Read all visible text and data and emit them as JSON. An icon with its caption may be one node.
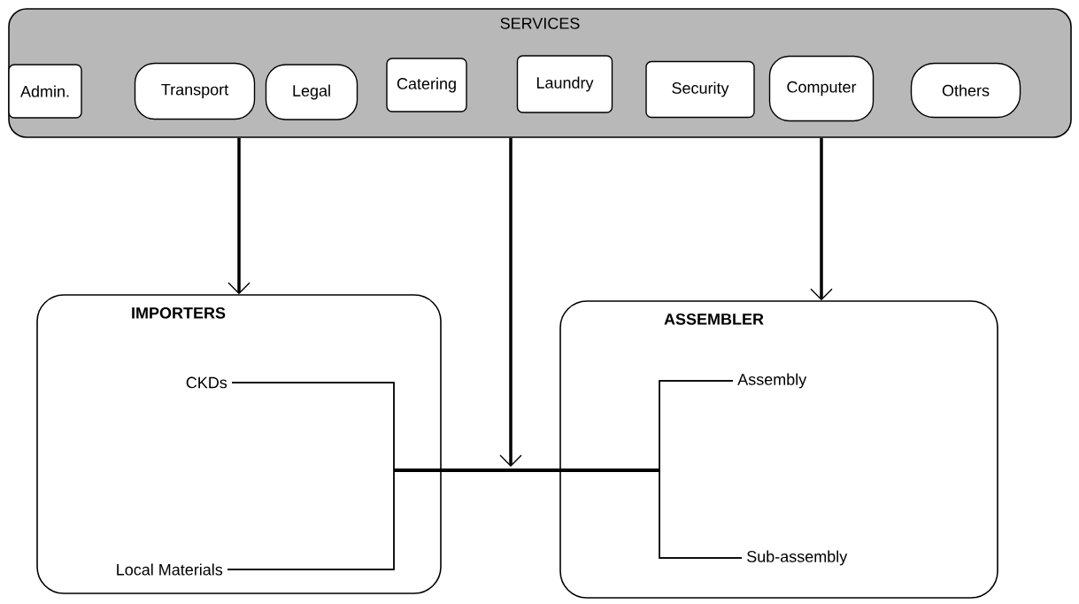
{
  "diagram": {
    "nodes": [
      {
        "text": [
          "SERVICES"
        ]
      },
      {
        "text": [
          "Admin."
        ],
        "in": 0
      },
      {
        "text": [
          "Transport"
        ],
        "in": 0
      },
      {
        "text": [
          "Legal"
        ],
        "in": 0
      },
      {
        "text": [
          "Catering"
        ],
        "in": 0
      },
      {
        "text": [
          "Laundry"
        ],
        "in": 0
      },
      {
        "text": [
          "Security"
        ],
        "in": 0
      },
      {
        "text": [
          "Computer"
        ],
        "in": 0
      },
      {
        "text": [
          "Others"
        ],
        "in": 0
      },
      {
        "text": [
          "IMPORTERS"
        ]
      },
      {
        "text": [
          "CKDs"
        ],
        "in": 9
      },
      {
        "text": [
          "Local Materials"
        ],
        "in": 9
      },
      {
        "text": [
          "ASSEMBLER"
        ]
      },
      {
        "text": [
          "Assembly"
        ],
        "in": 12
      },
      {
        "text": [
          "Sub-assembly"
        ],
        "in": 12
      }
    ],
    "edges": [
      {
        "from": 0,
        "to": 9,
        "arrow": "to",
        "style": "thick"
      },
      {
        "from": 0,
        "to": null,
        "arrow": "to",
        "style": "thick"
      },
      {
        "from": 0,
        "to": 12,
        "arrow": "to",
        "style": "thick"
      },
      {
        "from": 10,
        "to": 13,
        "arrow": "none"
      },
      {
        "from": 10,
        "to": 14,
        "arrow": "none"
      },
      {
        "from": 11,
        "to": 13,
        "arrow": "none"
      },
      {
        "from": 11,
        "to": 14,
        "arrow": "none"
      }
    ]
  }
}
